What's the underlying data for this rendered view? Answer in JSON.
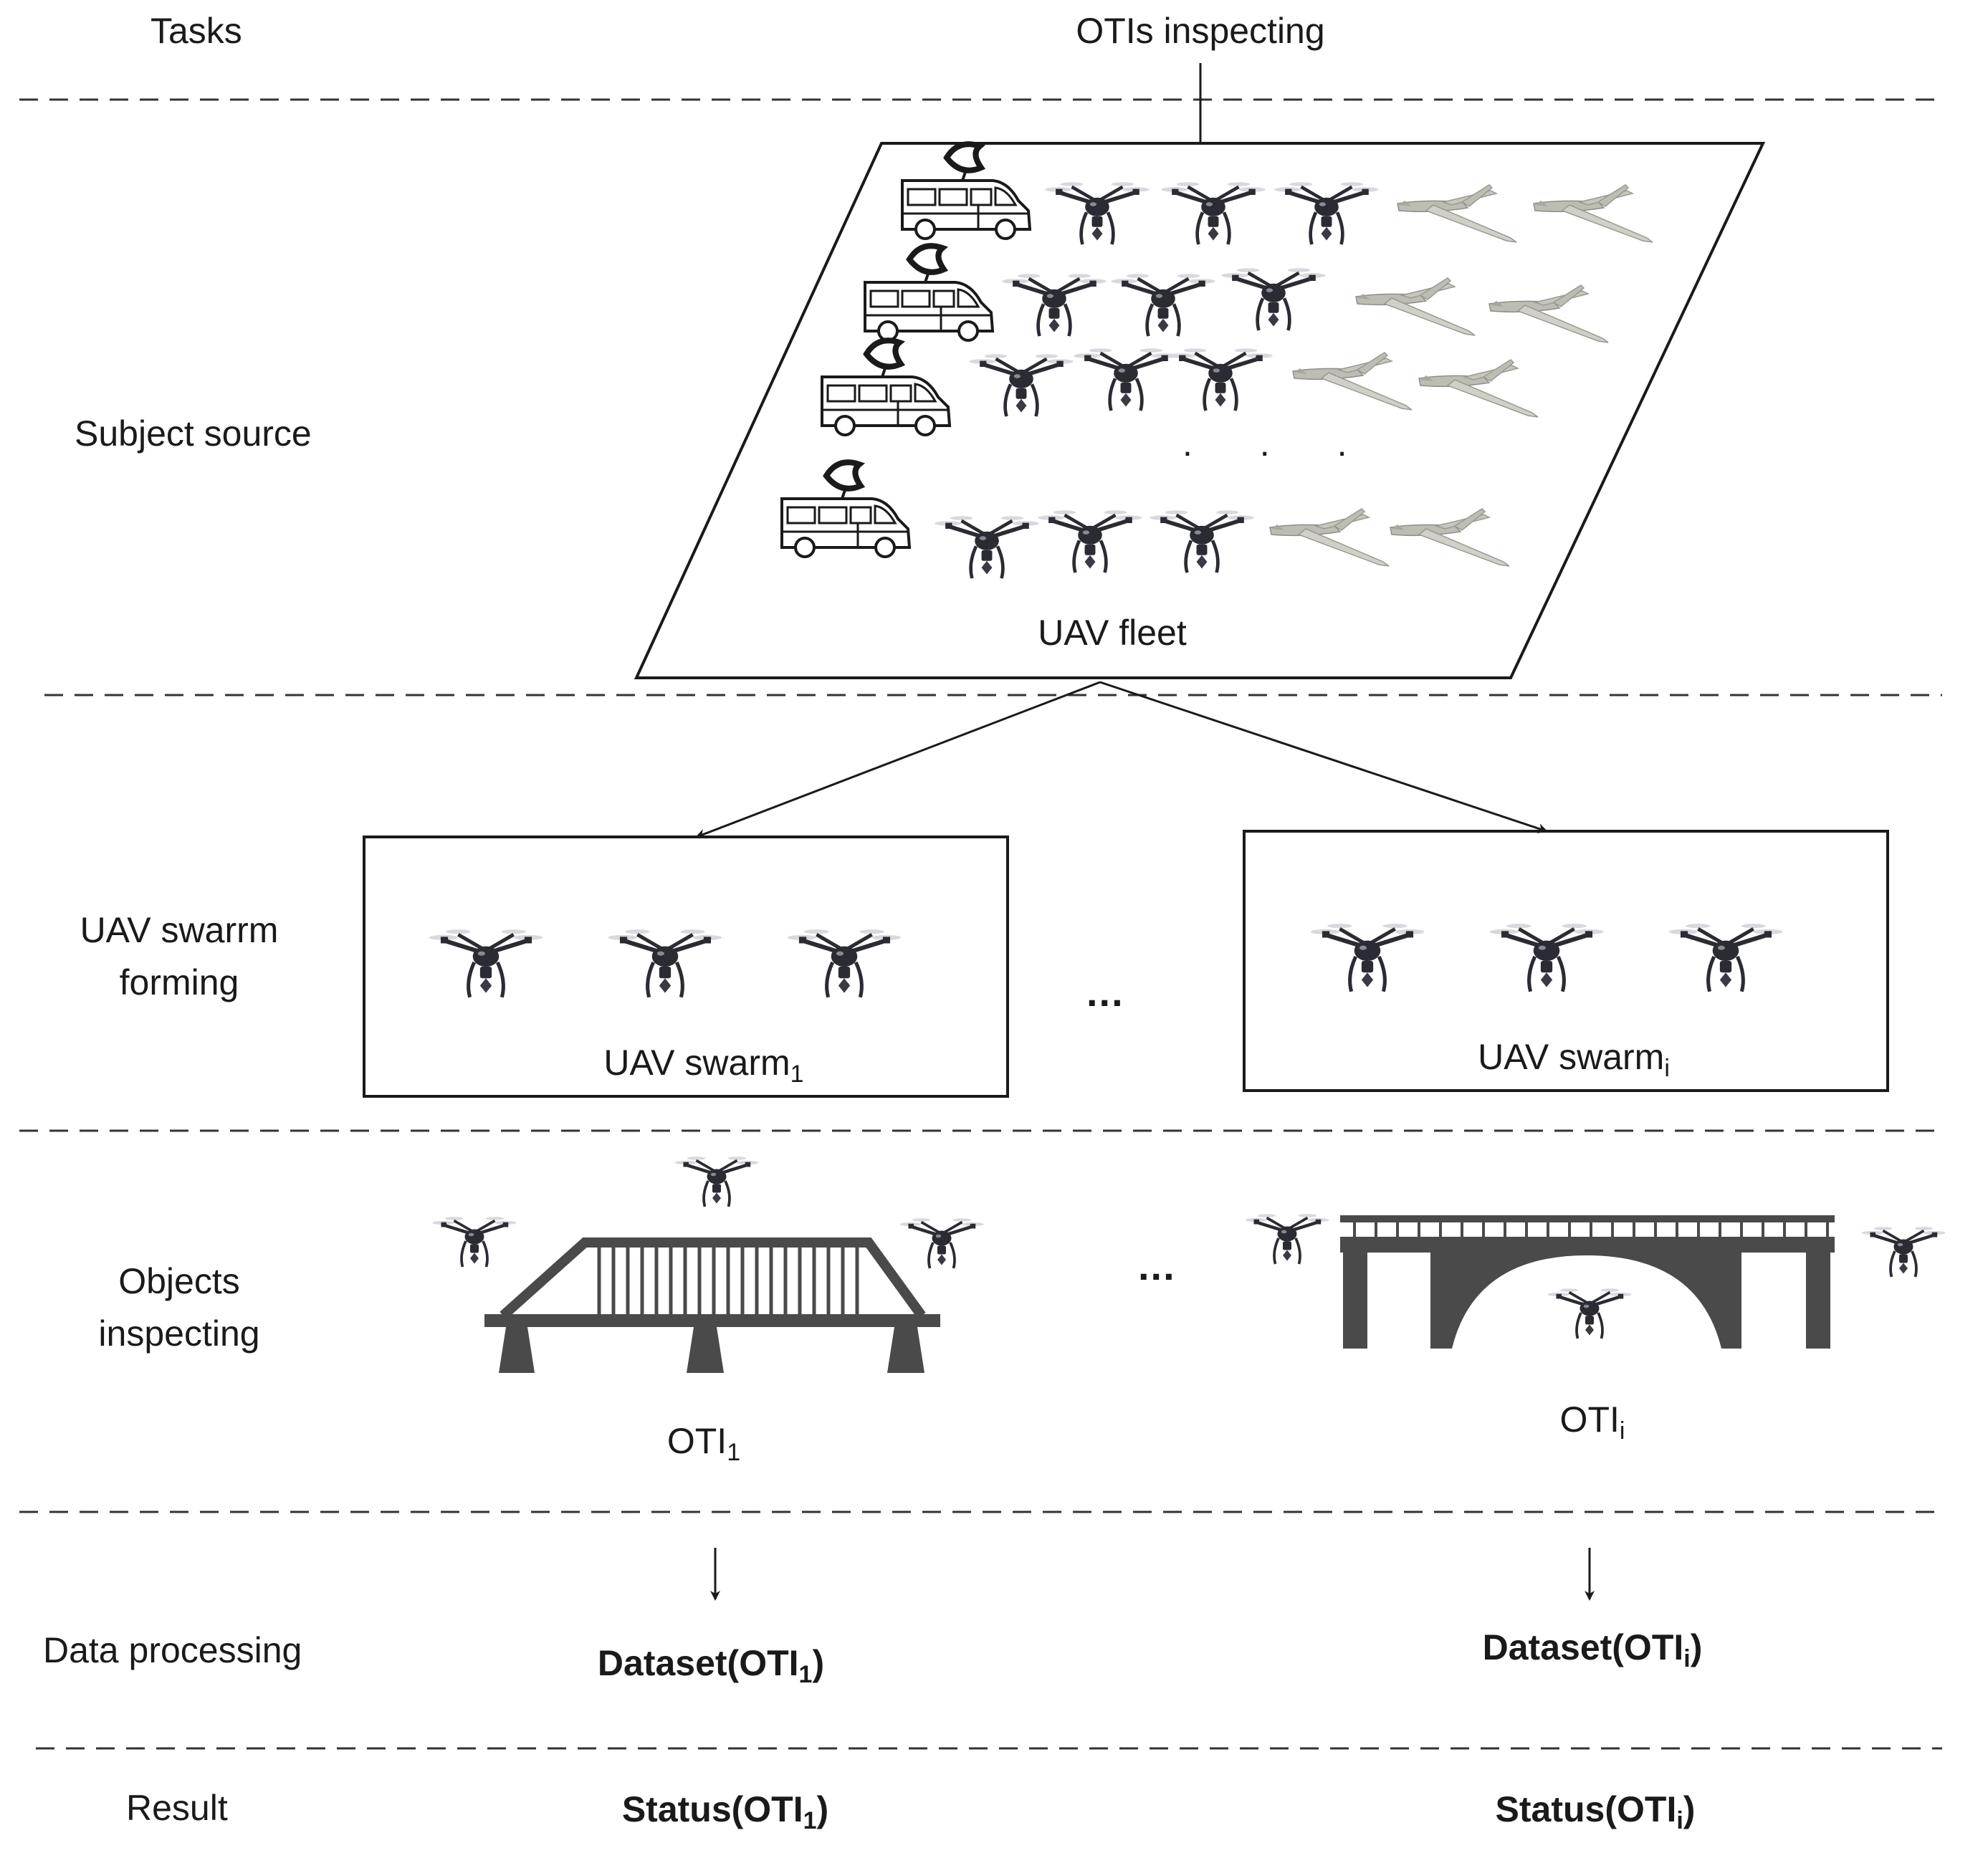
{
  "rows": {
    "tasks": "Tasks",
    "subject_source": "Subject source",
    "swarm_forming": [
      "UAV swarrm",
      "forming"
    ],
    "objects_inspecting": [
      "Objects",
      "inspecting"
    ],
    "data_processing": "Data processing",
    "result": "Result"
  },
  "top": {
    "label": "OTIs inspecting"
  },
  "fleet": {
    "label": "UAV fleet",
    "dots": ". . ."
  },
  "swarms": [
    {
      "label": "UAV swarm",
      "sub": "1"
    },
    {
      "label": "UAV swarm",
      "sub": "i"
    }
  ],
  "otis": [
    {
      "label": "OTI",
      "sub": "1"
    },
    {
      "label": "OTI",
      "sub": "i"
    }
  ],
  "datasets": [
    {
      "prefix": "Dataset(OTI",
      "sub": "1",
      "suffix": ")"
    },
    {
      "prefix": "Dataset(OTI",
      "sub": "i",
      "suffix": ")"
    }
  ],
  "statuses": [
    {
      "prefix": "Status(OTI",
      "sub": "1",
      "suffix": ")"
    },
    {
      "prefix": "Status(OTI",
      "sub": "i",
      "suffix": ")"
    }
  ],
  "ellipsis": "...",
  "colors": {
    "line": "#1a1a1a",
    "bridge": "#4a4a4a",
    "drone": "#2b2b33",
    "fixed_wing": "#c9c9c4"
  },
  "icons": [
    "van-satellite-icon",
    "quadcopter-drone-icon",
    "fixed-wing-drone-icon",
    "truss-bridge-icon",
    "arch-bridge-icon"
  ]
}
